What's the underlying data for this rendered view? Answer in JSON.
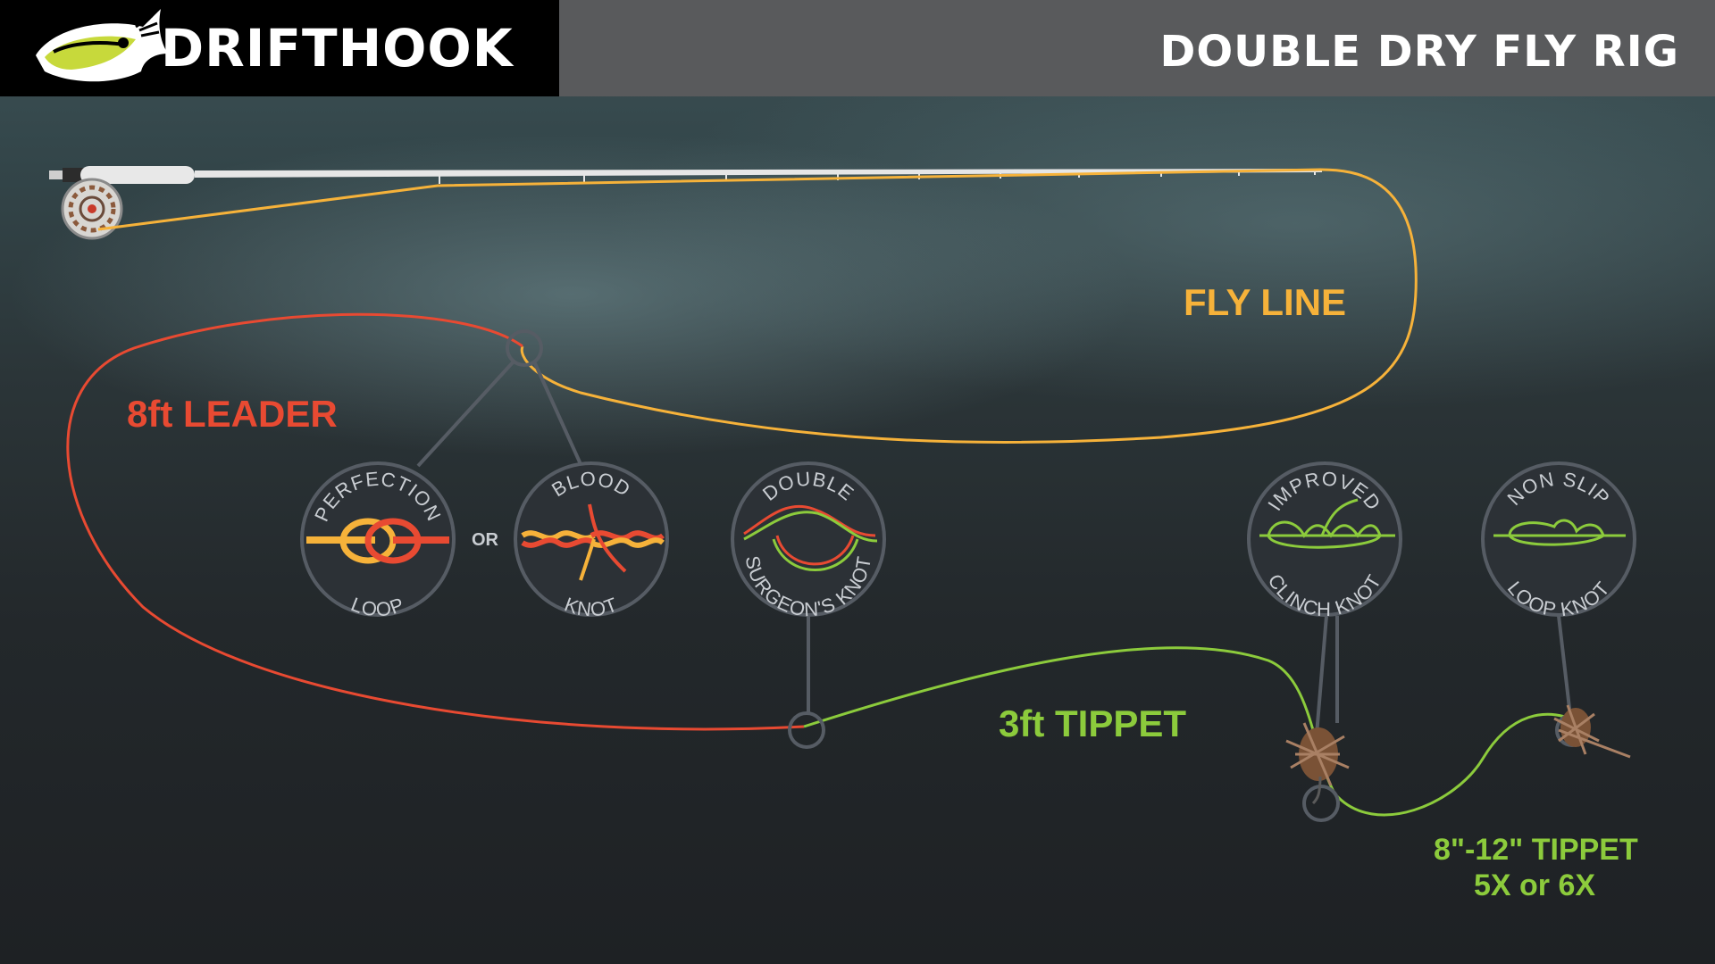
{
  "header": {
    "brand": "DRIFTHOOK",
    "title": "DOUBLE DRY FLY RIG"
  },
  "labels": {
    "fly_line": "FLY LINE",
    "leader": "8ft LEADER",
    "tippet": "3ft TIPPET",
    "short_tippet_length": "8\"-12\" TIPPET",
    "short_tippet_size": "5X or 6X",
    "or": "OR"
  },
  "knots": {
    "perfection_loop": {
      "top": "PERFECTION",
      "bottom": "LOOP"
    },
    "blood_knot": {
      "top": "BLOOD",
      "bottom": "KNOT"
    },
    "double_surgeons": {
      "top": "DOUBLE",
      "bottom": "SURGEON'S KNOT"
    },
    "improved_clinch": {
      "top": "IMPROVED",
      "bottom": "CLINCH KNOT"
    },
    "non_slip_loop": {
      "top": "NON SLIP",
      "bottom": "LOOP KNOT"
    }
  },
  "colors": {
    "fly_line": "#f6b23a",
    "leader": "#e84a32",
    "tippet": "#8ccb3c",
    "callout": "#565c64",
    "badge_fill": "#2c3136",
    "badge_text": "#c9cdd2"
  }
}
